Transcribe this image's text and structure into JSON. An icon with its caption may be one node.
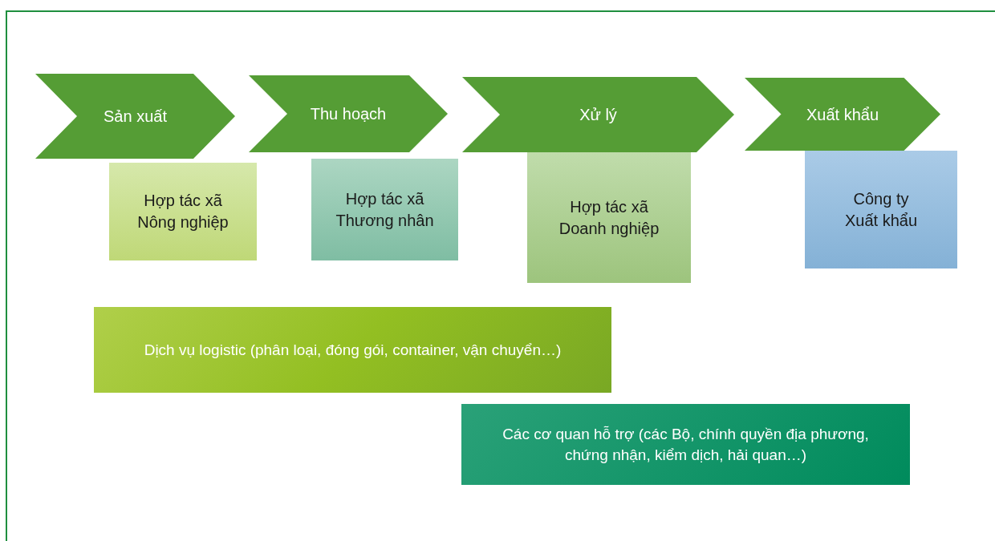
{
  "diagram": {
    "nodes": [
      {
        "text": [
          "Sản xuất"
        ]
      },
      {
        "text": [
          "Thu hoạch"
        ]
      },
      {
        "text": [
          "Xử lý"
        ]
      },
      {
        "text": [
          "Xuất khẩu"
        ]
      },
      {
        "text": [
          "Hợp tác xã Nông nghiệp"
        ]
      },
      {
        "text": [
          "Hợp tác xã Thương nhân"
        ]
      },
      {
        "text": [
          "Hợp tác xã Doanh nghiệp"
        ]
      },
      {
        "text": [
          "Công ty Xuất khẩu"
        ]
      },
      {
        "text": [
          "Dịch vụ logistic (phân loại, đóng gói, container, vận chuyển…)"
        ]
      },
      {
        "text": [
          "Các cơ quan hỗ trợ (các Bộ, chính quyền địa phương, chứng nhận, kiểm dịch, hải quan…)"
        ]
      }
    ]
  }
}
